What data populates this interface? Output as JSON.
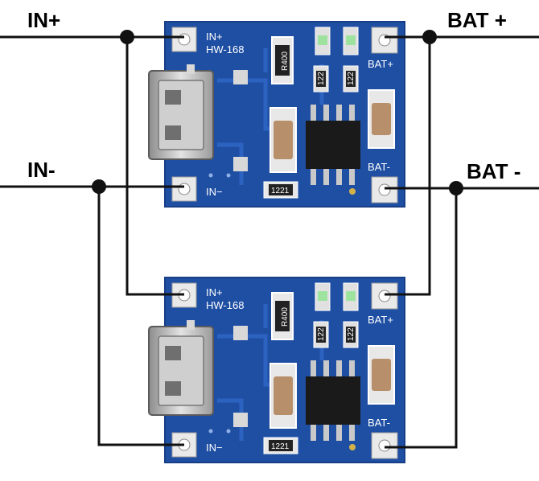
{
  "labels": {
    "in_plus": "IN+",
    "in_minus": "IN-",
    "bat_plus": "BAT +",
    "bat_minus": "BAT -"
  },
  "boards": [
    {
      "model": "HW-168",
      "pad_in_plus": "IN+",
      "pad_in_minus": "IN−",
      "pad_bat_plus": "BAT+",
      "pad_bat_minus": "BAT-",
      "resistor_1": "R400",
      "resistor_2": "122",
      "resistor_3": "122",
      "resistor_4": "1221"
    },
    {
      "model": "HW-168",
      "pad_in_plus": "IN+",
      "pad_in_minus": "IN−",
      "pad_bat_plus": "BAT+",
      "pad_bat_minus": "BAT-",
      "resistor_1": "R400",
      "resistor_2": "122",
      "resistor_3": "122",
      "resistor_4": "1221"
    }
  ],
  "colors": {
    "pcb": "#1f4fa3",
    "pcb_dark": "#163d82",
    "wire": "#111111",
    "pad": "#e9e9e9",
    "chip": "#1a1a1a",
    "usb": "#b8b8b8"
  }
}
